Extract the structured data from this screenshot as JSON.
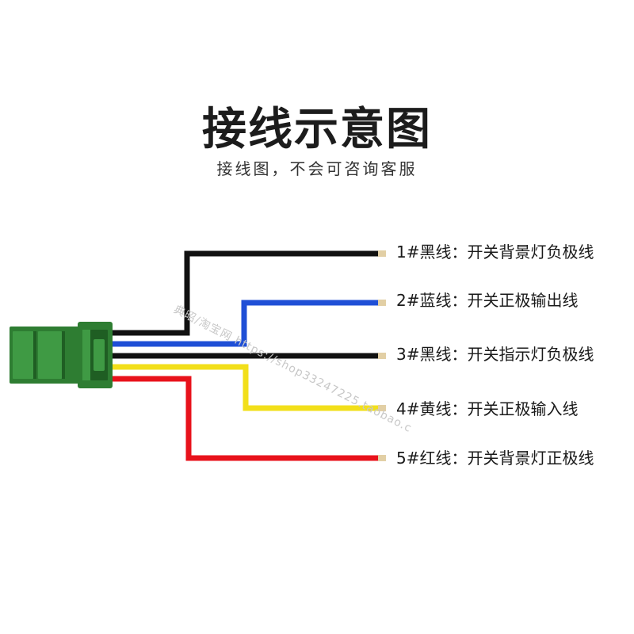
{
  "title": "接线示意图",
  "subtitle": "接线图，不会可咨询客服",
  "watermark": "典昭/淘宝网 https://shop33247225.taobao.c",
  "connector": {
    "color": "#2e7d32",
    "highlight": "#3f9a44",
    "shade": "#1f5e23"
  },
  "wires": [
    {
      "label": "1#黑线：开关背景灯负极线",
      "color": "#111111"
    },
    {
      "label": "2#蓝线：开关正极输出线",
      "color": "#1f4fd6"
    },
    {
      "label": "3#黑线：开关指示灯负极线",
      "color": "#111111"
    },
    {
      "label": "4#黄线：开关正极输入线",
      "color": "#f2df1a"
    },
    {
      "label": "5#红线：开关背景灯正极线",
      "color": "#e8121b"
    }
  ],
  "tip_color": "#e2cfa5"
}
